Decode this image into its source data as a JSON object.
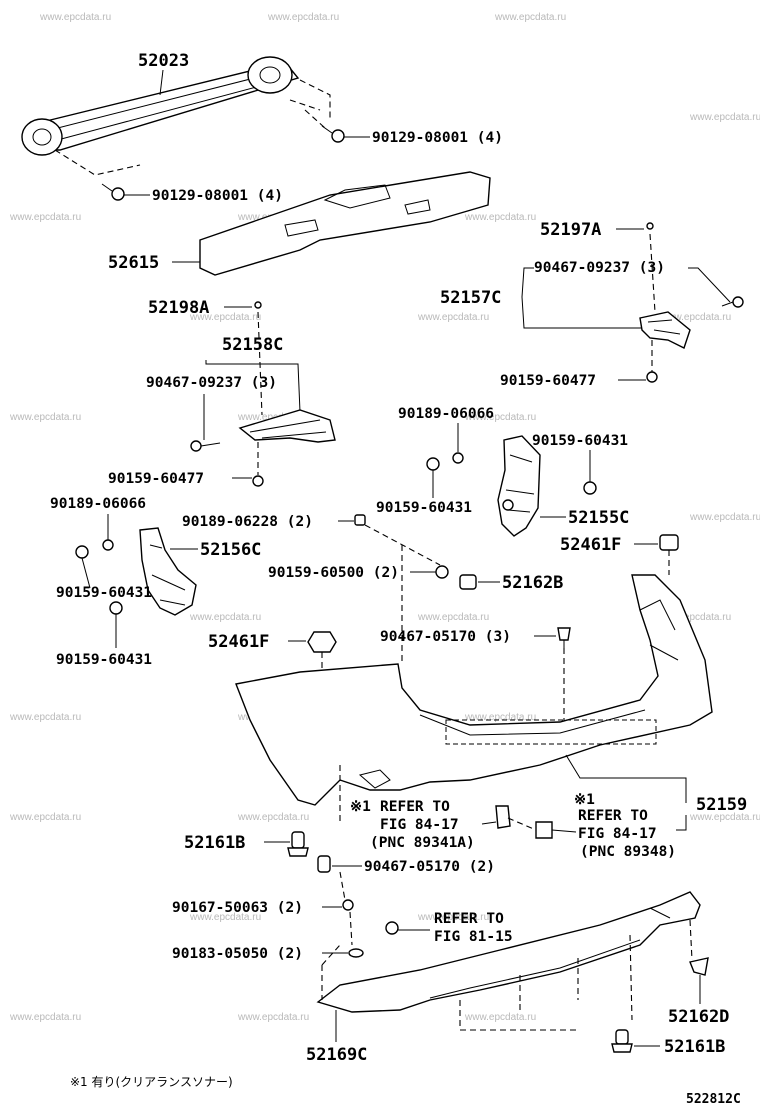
{
  "watermark": "www.epcdata.ru",
  "labels": {
    "p52023": "52023",
    "p90129_a": "90129-08001 (4)",
    "p90129_b": "90129-08001 (4)",
    "p52615": "52615",
    "p52197A": "52197A",
    "p90467_r": "90467-09237 (3)",
    "p52157C": "52157C",
    "p90159_r": "90159-60477",
    "p52198A": "52198A",
    "p52158C": "52158C",
    "p90467_l": "90467-09237 (3)",
    "p90159_l": "90159-60477",
    "p90189_r": "90189-06066",
    "p90159_431r1": "90159-60431",
    "p90159_431r2": "90159-60431",
    "p52155C": "52155C",
    "p90189_l": "90189-06066",
    "p52156C": "52156C",
    "p90189_06228": "90189-06228 (2)",
    "p52461F_r": "52461F",
    "p90159_500": "90159-60500 (2)",
    "p52162B": "52162B",
    "p90159_431l1": "90159-60431",
    "p90159_431l2": "90159-60431",
    "p52461F_l": "52461F",
    "p90467_05170": "90467-05170 (3)",
    "p52159": "52159",
    "ref1_mark": "※1",
    "ref1_l1": "REFER TO",
    "ref1_l2": "FIG 84-17",
    "ref1_l3": "(PNC 89341A)",
    "ref2_mark": "※1",
    "ref2_l1": "REFER TO",
    "ref2_l2": "FIG 84-17",
    "ref2_l3": "(PNC 89348)",
    "p52161B_a": "52161B",
    "p90467_05170b": "90467-05170 (2)",
    "p90167": "90167-50063 (2)",
    "ref3_l1": "REFER TO",
    "ref3_l2": "FIG 81-15",
    "p90183": "90183-05050 (2)",
    "p52162D": "52162D",
    "p52169C": "52169C",
    "p52161B_b": "52161B",
    "footnote": "※1 有り(クリアランスソナー)",
    "figcode": "522812C"
  }
}
